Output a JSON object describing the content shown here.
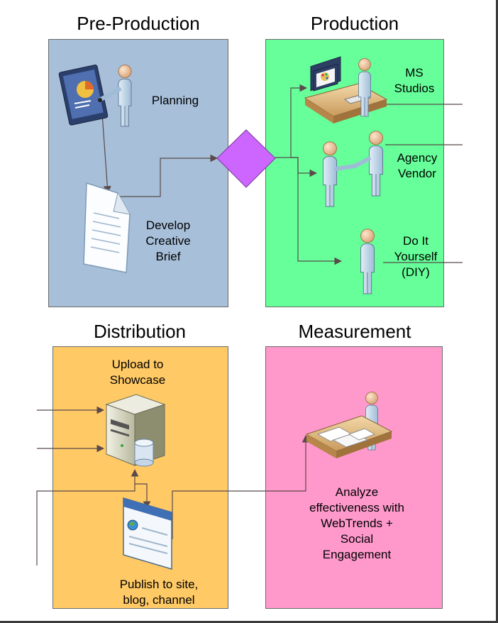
{
  "headings": {
    "pre_production": "Pre-Production",
    "production": "Production",
    "distribution": "Distribution",
    "measurement": "Measurement"
  },
  "pre_production": {
    "planning": "Planning",
    "brief_line1": "Develop",
    "brief_line2": "Creative",
    "brief_line3": "Brief"
  },
  "production": {
    "ms_line1": "MS",
    "ms_line2": "Studios",
    "agency_line1": "Agency",
    "agency_line2": "Vendor",
    "diy_line1": "Do It",
    "diy_line2": "Yourself",
    "diy_line3": "(DIY)"
  },
  "distribution": {
    "upload_line1": "Upload to",
    "upload_line2": "Showcase",
    "publish_line1": "Publish to site,",
    "publish_line2": "blog, channel"
  },
  "measurement": {
    "analyze_line1": "Analyze",
    "analyze_line2": "effectiveness with",
    "analyze_line3": "WebTrends +",
    "analyze_line4": "Social",
    "analyze_line5": "Engagement"
  },
  "colors": {
    "pre_production_bg": "#a7bfd9",
    "production_bg": "#66ff99",
    "distribution_bg": "#ffc966",
    "measurement_bg": "#ff99cc",
    "decision_diamond": "#cc66ff",
    "connector": "#5a4a4a",
    "person_skin": "#f2c9a0",
    "person_body": "#c8ddef"
  }
}
